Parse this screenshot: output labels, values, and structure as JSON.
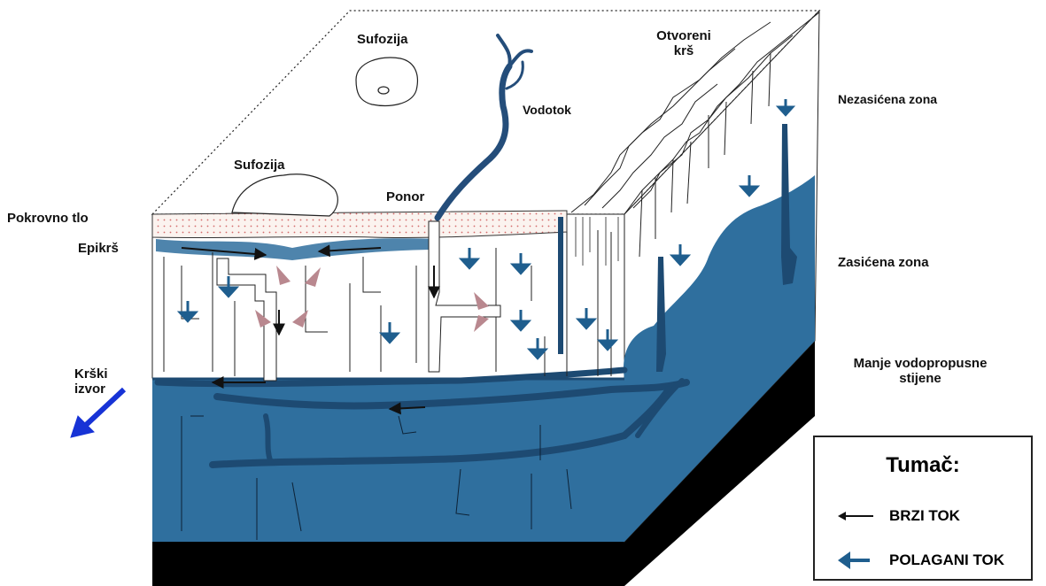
{
  "labels": {
    "sufozija_top": "Sufozija",
    "sufozija_mid": "Sufozija",
    "otvoreni_krs_1": "Otvoreni",
    "otvoreni_krs_2": "krš",
    "vodotok": "Vodotok",
    "ponor": "Ponor",
    "pokrovno_tlo": "Pokrovno tlo",
    "epikrs": "Epikrš",
    "nezasicena_zona": "Nezasićena zona",
    "zasicena_zona": "Zasićena zona",
    "krski_izvor_1": "Krški",
    "krski_izvor_2": "izvor",
    "manje_vodopropusne_1": "Manje vodopropusne",
    "manje_vodopropusne_2": "stijene"
  },
  "legend": {
    "title": "Tumač:",
    "fast_flow": "BRZI TOK",
    "slow_flow": "POLAGANI TOK"
  },
  "colors": {
    "water": "#2f6f9e",
    "water_dark": "#1d4a72",
    "stream": "#244d7a",
    "arrow_blue": "#1f5e8e",
    "spring_arrow": "#1733d6",
    "convergence": "#b9888f",
    "soil_dots": "#d46a6a",
    "base": "#000000"
  }
}
